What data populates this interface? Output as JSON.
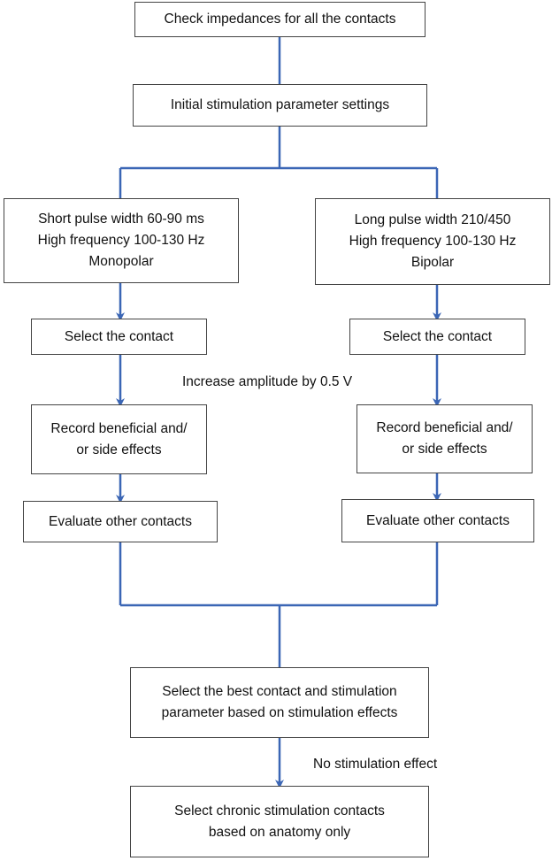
{
  "nodes": {
    "check_impedances": [
      "Check impedances for all the contacts"
    ],
    "initial_settings": [
      "Initial stimulation parameter settings"
    ],
    "left_params": [
      "Short pulse width 60-90 ms",
      "High frequency 100-130 Hz",
      "Monopolar"
    ],
    "right_params": [
      "Long pulse width 210/450",
      "High frequency 100-130 Hz",
      "Bipolar"
    ],
    "left_select": [
      "Select the contact"
    ],
    "right_select": [
      "Select the contact"
    ],
    "left_record": [
      "Record beneficial and/",
      "or side effects"
    ],
    "right_record": [
      "Record beneficial and/",
      "or side effects"
    ],
    "left_evaluate": [
      "Evaluate other contacts"
    ],
    "right_evaluate": [
      "Evaluate other contacts"
    ],
    "select_best": [
      "Select the best contact and stimulation",
      "parameter based on stimulation effects"
    ],
    "select_chronic": [
      "Select chronic stimulation contacts",
      "based on anatomy only"
    ]
  },
  "annotations": {
    "increase_amplitude": "Increase amplitude by 0.5 V",
    "no_effect": "No stimulation effect"
  },
  "colors": {
    "connector": "#3b66b5",
    "border": "#444444"
  }
}
